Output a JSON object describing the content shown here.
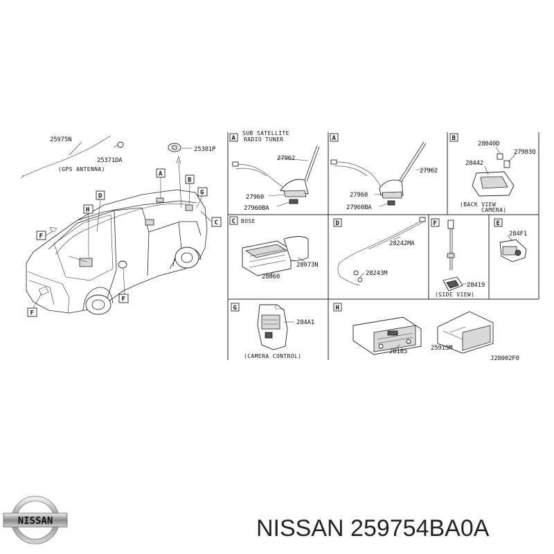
{
  "diagram_code": "J28002F0",
  "main_view": {
    "part_numbers": [
      "25975N",
      "25371DA",
      "25381P"
    ],
    "gps_caption": "(GPS ANTENNA)",
    "callouts": [
      "A",
      "B",
      "C",
      "D",
      "F",
      "F",
      "F",
      "G",
      "H"
    ]
  },
  "panels": {
    "A1": {
      "tag": "A",
      "caption": "SUB SATELLITE",
      "caption2": "RADIO TUNER",
      "parts": [
        "27962",
        "27960",
        "27960BA"
      ]
    },
    "A2": {
      "tag": "A",
      "parts": [
        "27962",
        "27960",
        "27960BA"
      ]
    },
    "B": {
      "tag": "B",
      "parts": [
        "28040D",
        "27983Q",
        "28442"
      ],
      "caption": "(BACK VIEW",
      "caption2": "CAMERA)"
    },
    "C": {
      "tag": "C",
      "label": "BOSE",
      "parts": [
        "28073N",
        "28060"
      ]
    },
    "D": {
      "tag": "D",
      "parts": [
        "28242MA",
        "28243M"
      ]
    },
    "F": {
      "tag": "F",
      "parts": [
        "28419"
      ],
      "caption": "(SIDE VIEW)"
    },
    "E": {
      "tag": "E",
      "parts": [
        "284F1"
      ]
    },
    "G": {
      "tag": "G",
      "parts": [
        "284A1"
      ],
      "caption": "(CAMERA CONTROL)"
    },
    "H": {
      "tag": "H",
      "parts": [
        "28185",
        "25915M"
      ]
    }
  },
  "footer": {
    "brand": "NISSAN",
    "part_number": "259754BA0A",
    "logo_text": "NISSAN"
  }
}
